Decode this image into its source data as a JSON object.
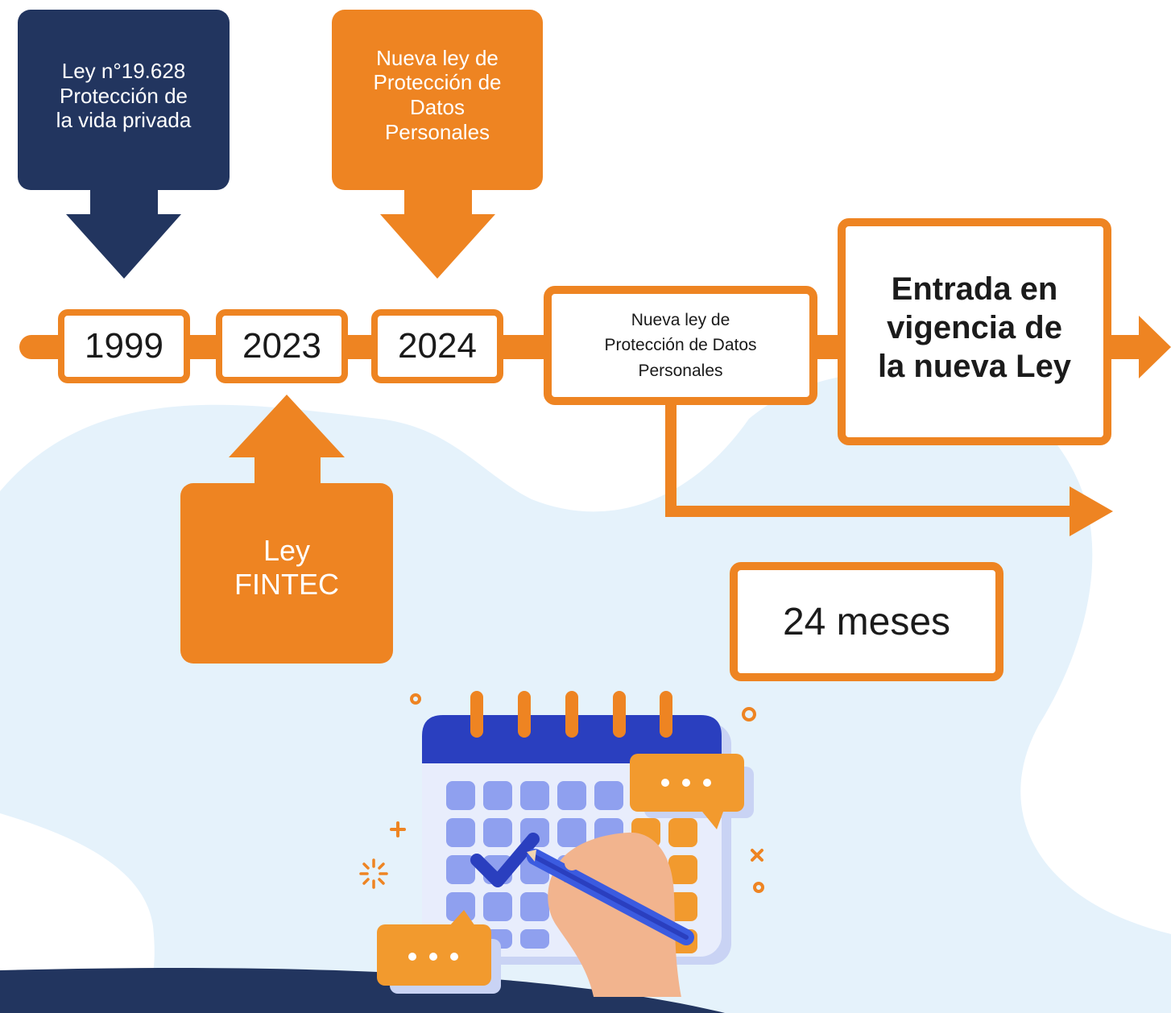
{
  "colors": {
    "navy": "#22355f",
    "orange": "#ee8422",
    "light_blue": "#e5f2fb",
    "calendar_blue": "#2a3fbf",
    "calendar_cell": "#8fa0ef"
  },
  "callouts": {
    "ley_19628": [
      "Ley n°19.628",
      "Protección de",
      "la vida privada"
    ],
    "nueva_ley_top": [
      "Nueva ley de",
      "Protección de",
      "Datos",
      "Personales"
    ],
    "ley_fintec": [
      "Ley",
      "FINTEC"
    ]
  },
  "timeline": {
    "years": [
      "1999",
      "2023",
      "2024"
    ],
    "nueva_ley_box": [
      "Nueva ley de",
      "Protección de Datos",
      "Personales"
    ],
    "entrada_box": [
      "Entrada en",
      "vigencia de",
      "la nueva Ley"
    ],
    "duration": "24 meses"
  },
  "illustration": {
    "subject": "calendar-with-hand-writing",
    "icons": [
      "calendar-icon",
      "pencil-icon",
      "chat-bubble-icon",
      "sparkle-icon"
    ]
  }
}
